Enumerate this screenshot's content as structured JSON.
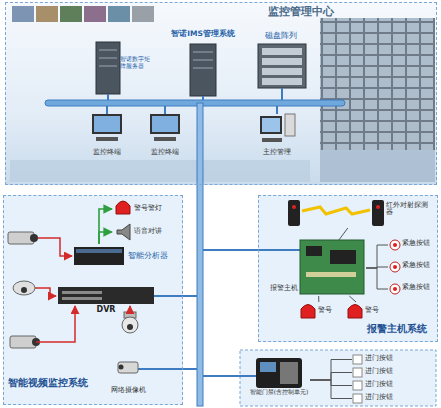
{
  "diagram": {
    "nodes": [
      {
        "text": [
          "监控管理中心"
        ]
      },
      {
        "text": [
          "智诺数字矩阵服务器"
        ],
        "in": 0
      },
      {
        "text": [
          "智诺IMS管理系统"
        ],
        "in": 0
      },
      {
        "text": [
          "磁盘阵列"
        ],
        "in": 0
      },
      {
        "text": [
          "监控终端"
        ],
        "in": 0
      },
      {
        "text": [
          "监控终端"
        ],
        "in": 0
      },
      {
        "text": [
          "主控管理"
        ],
        "in": 0
      },
      {
        "text": [
          "智能视频监控系统"
        ]
      },
      {
        "text": [
          "警号警灯"
        ],
        "in": 7
      },
      {
        "text": [
          "语音对讲"
        ],
        "in": 7
      },
      {
        "text": [
          "智能分析器"
        ],
        "in": 7
      },
      {
        "text": [
          "DVR"
        ],
        "in": 7
      },
      {
        "text": [
          "网络摄像机"
        ],
        "in": 7
      },
      {
        "text": [
          "报警主机系统"
        ]
      },
      {
        "text": [
          "红外对射探测器"
        ],
        "in": 13
      },
      {
        "text": [
          "报警主机"
        ],
        "in": 13
      },
      {
        "text": [
          "紧急按钮"
        ],
        "in": 13
      },
      {
        "text": [
          "紧急按钮"
        ],
        "in": 13
      },
      {
        "text": [
          "紧急按钮"
        ],
        "in": 13
      },
      {
        "text": [
          "警号"
        ],
        "in": 13
      },
      {
        "text": [
          "警号"
        ],
        "in": 13
      },
      {
        "text": [
          "智能门禁(含控制单元)"
        ]
      },
      {
        "text": [
          "进门按钮"
        ]
      },
      {
        "text": [
          "进门按钮"
        ]
      },
      {
        "text": [
          "进门按钮"
        ]
      },
      {
        "text": [
          "进门按钮"
        ]
      }
    ],
    "edges": [
      {
        "from": 10,
        "to": 8,
        "arrow": "to"
      },
      {
        "from": 10,
        "to": 9,
        "arrow": "to"
      },
      {
        "from": 14,
        "to": 15,
        "arrow": "none"
      },
      {
        "from": 16,
        "to": 15,
        "arrow": "none"
      },
      {
        "from": 17,
        "to": 15,
        "arrow": "none"
      },
      {
        "from": 18,
        "to": 15,
        "arrow": "none"
      },
      {
        "from": 15,
        "to": 19,
        "arrow": "none"
      },
      {
        "from": 15,
        "to": 20,
        "arrow": "none"
      },
      {
        "from": 21,
        "to": 22,
        "arrow": "none"
      },
      {
        "from": 21,
        "to": 23,
        "arrow": "none"
      },
      {
        "from": 21,
        "to": 24,
        "arrow": "none"
      },
      {
        "from": 21,
        "to": 25,
        "arrow": "none"
      }
    ]
  }
}
